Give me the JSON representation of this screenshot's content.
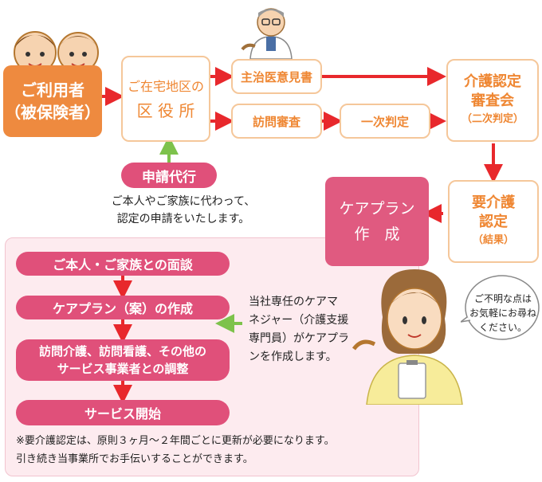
{
  "applicant": {
    "line1": "ご利用者",
    "line2": "（被保険者）"
  },
  "ward_office": {
    "line1": "ご在宅地区の",
    "line2": "区 役 所"
  },
  "doctor_opinion": "主治医意見書",
  "visit_survey": "訪問審査",
  "primary_judgment": "一次判定",
  "committee": {
    "line1": "介護認定",
    "line2": "審査会",
    "line3": "（二次判定）"
  },
  "application_proxy": {
    "label": "申請代行",
    "desc_line1": "ご本人やご家族に代わって、",
    "desc_line2": "認定の申請をいたします。"
  },
  "care_result": {
    "line1": "要介護",
    "line2": "認定",
    "line3": "（結果）"
  },
  "care_plan": {
    "line1": "ケアプラン",
    "line2": "作　成"
  },
  "steps": [
    "ご本人・ご家族との面談",
    "ケアプラン（案）の作成",
    "訪問介護、訪問看護、その他の",
    "サービス事業者との調整",
    "サービス開始"
  ],
  "care_manager_note": {
    "line1": "当社専任のケアマ",
    "line2": "ネジャー（介護支援",
    "line3": "専門員）がケアプラ",
    "line4": "ンを作成します。"
  },
  "speech": {
    "line1": "ご不明な点は",
    "line2": "お気軽にお尋ね",
    "line3": "ください。"
  },
  "footnote": {
    "line1": "※要介護認定は、原則３ヶ月〜２年間ごとに更新が必要になります。",
    "line2": "引き続き当事業所でお手伝いすることができます。"
  },
  "colors": {
    "orange": "#ee8a3f",
    "pink": "#e05a80",
    "red_arrow": "#e8282c",
    "green_arrow": "#7dc24b",
    "panel": "#fdebef"
  }
}
